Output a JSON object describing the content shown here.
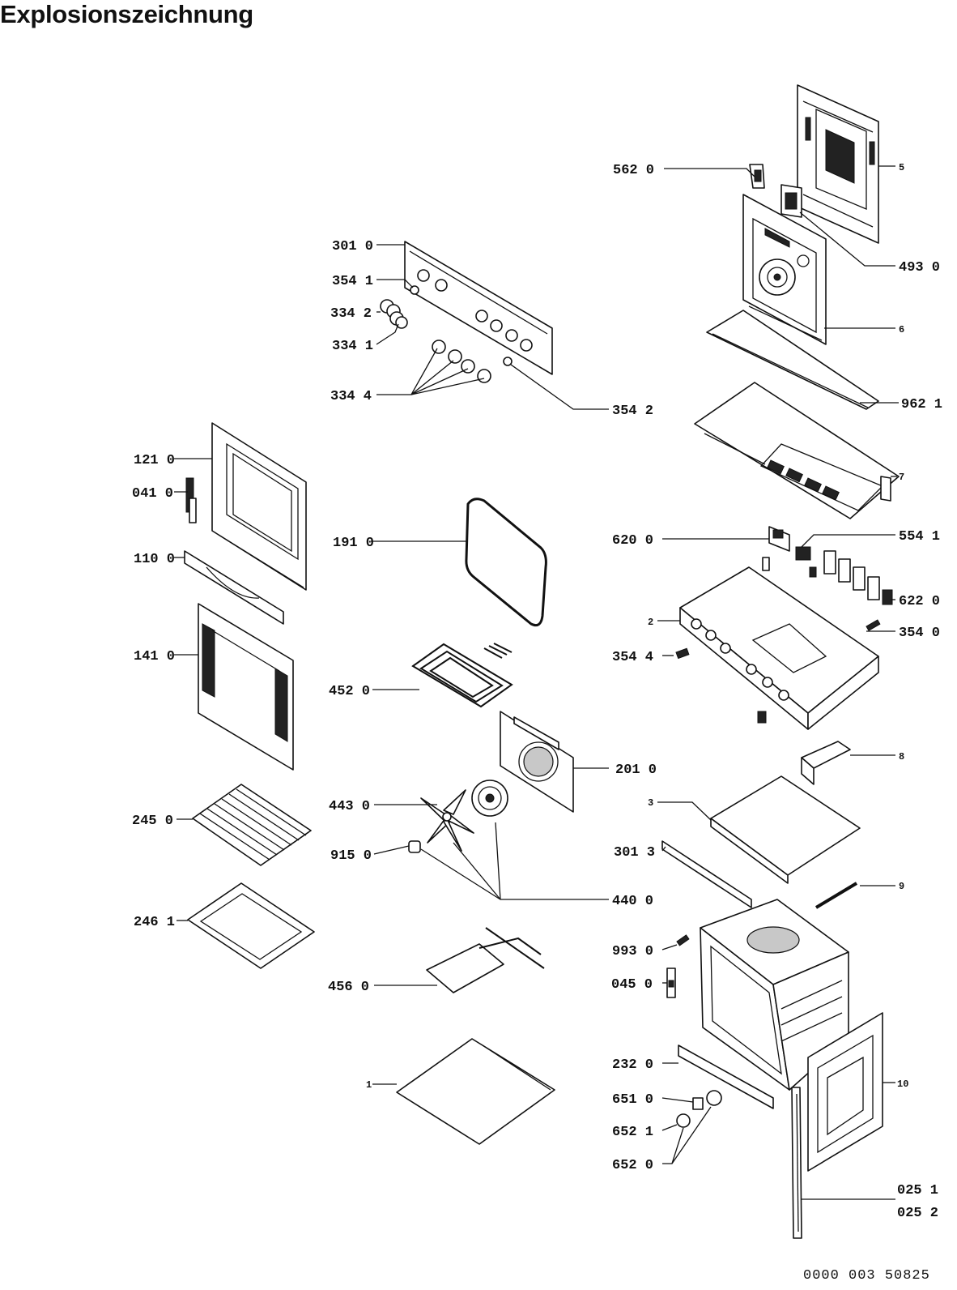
{
  "title": "Explosionszeichnung",
  "document_number": "0000 003 50825",
  "callouts": {
    "c5620": "562 0",
    "c5": "5",
    "c4930": "493 0",
    "c6": "6",
    "c3010": "301 0",
    "c3541": "354 1",
    "c3342": "334 2",
    "c3341": "334 1",
    "c3344": "334 4",
    "c3542": "354 2",
    "c9621": "962 1",
    "c7": "7",
    "c1210": "121 0",
    "c0410": "041 0",
    "c1100": "110 0",
    "c1910": "191 0",
    "c6200": "620 0",
    "c5541": "554 1",
    "c6220": "622 0",
    "c2": "2",
    "c3540": "354 0",
    "c3544": "354 4",
    "c1410": "141 0",
    "c4520": "452 0",
    "c2010": "201 0",
    "c8": "8",
    "c4430": "443 0",
    "c3": "3",
    "c2450": "245 0",
    "c9150": "915 0",
    "c3013": "301 3",
    "c4400": "440 0",
    "c9": "9",
    "c2461": "246 1",
    "c9930": "993 0",
    "c0450": "045 0",
    "c4560": "456 0",
    "c2320": "232 0",
    "c1": "1",
    "c10": "10",
    "c6510": "651 0",
    "c6521": "652 1",
    "c6520": "652 0",
    "c0251": "025 1",
    "c0252": "025 2"
  }
}
